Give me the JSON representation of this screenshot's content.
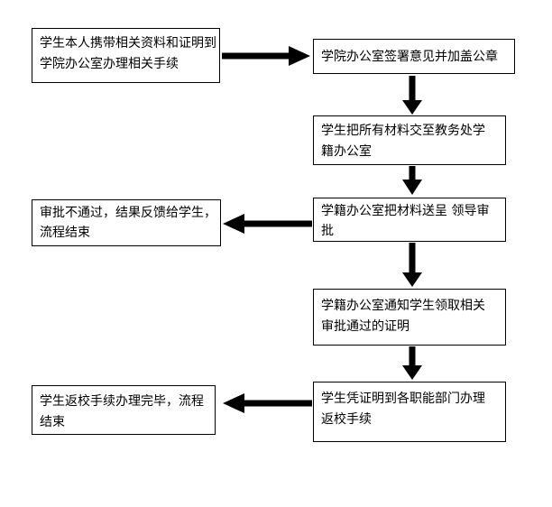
{
  "flowchart": {
    "boxes": [
      {
        "id": "step1",
        "text": "学生本人携带相关资料和证明到学院办公室办理相关手续"
      },
      {
        "id": "step2",
        "text": "学院办公室签署意见并加盖公章"
      },
      {
        "id": "step3",
        "text": "学生把所有材料交至教务处学籍办公室"
      },
      {
        "id": "step4",
        "text": "学籍办公室把材料送呈 领导审批"
      },
      {
        "id": "step5",
        "text": "审批不通过，结果反馈给学生，流程结束"
      },
      {
        "id": "step6",
        "text": "学籍办公室通知学生领取相关审批通过的证明"
      },
      {
        "id": "step7",
        "text": "学生凭证明到各职能部门办理返校手续"
      },
      {
        "id": "step8",
        "text": "学生返校手续办理完毕，流程结束"
      }
    ],
    "connections": [
      {
        "from": "step1",
        "to": "step2"
      },
      {
        "from": "step2",
        "to": "step3"
      },
      {
        "from": "step3",
        "to": "step4"
      },
      {
        "from": "step4",
        "to": "step5"
      },
      {
        "from": "step4",
        "to": "step6"
      },
      {
        "from": "step6",
        "to": "step7"
      },
      {
        "from": "step7",
        "to": "step8"
      }
    ],
    "colors": {
      "background": "#ffffff",
      "box_fill": "#ffffff",
      "box_border": "#000000",
      "arrow": "#000000"
    }
  }
}
